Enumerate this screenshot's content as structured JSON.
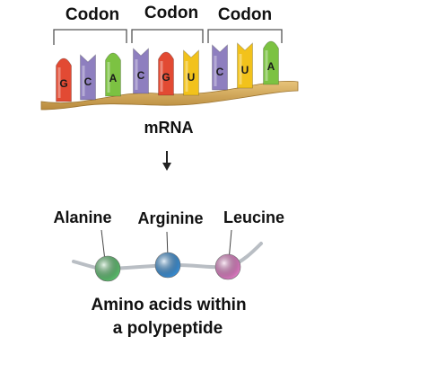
{
  "codons": [
    {
      "label": "Codon",
      "bases": [
        {
          "letter": "G",
          "color": "#e24a33"
        },
        {
          "letter": "C",
          "color": "#8e7fbf"
        },
        {
          "letter": "A",
          "color": "#7cc242"
        }
      ]
    },
    {
      "label": "Codon",
      "bases": [
        {
          "letter": "C",
          "color": "#8e7fbf"
        },
        {
          "letter": "G",
          "color": "#e24a33"
        },
        {
          "letter": "U",
          "color": "#f2c21b"
        }
      ]
    },
    {
      "label": "Codon",
      "bases": [
        {
          "letter": "C",
          "color": "#8e7fbf"
        },
        {
          "letter": "U",
          "color": "#f2c21b"
        },
        {
          "letter": "A",
          "color": "#7cc242"
        }
      ]
    }
  ],
  "mrna_label": "mRNA",
  "amino_acids": [
    {
      "name": "Alanine",
      "color": "#5cbf6e"
    },
    {
      "name": "Arginine",
      "color": "#3a8fd6"
    },
    {
      "name": "Leucine",
      "color": "#e07cc4"
    }
  ],
  "caption": {
    "line1": "Amino acids within",
    "line2": "a polypeptide"
  },
  "colors": {
    "backbone": "#cfa95a",
    "chain": "#b9bec4"
  }
}
